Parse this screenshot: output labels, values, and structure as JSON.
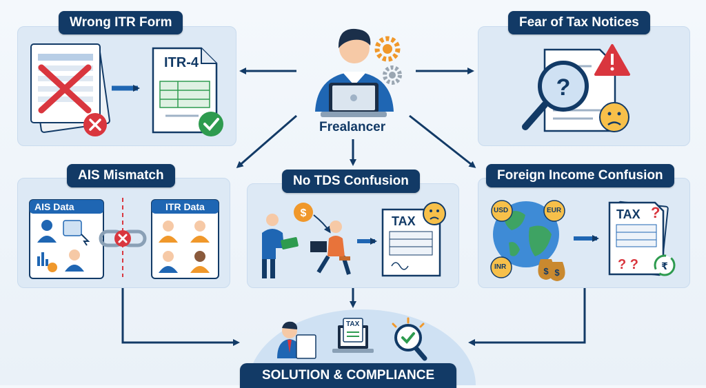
{
  "center": {
    "label": "Frealancer"
  },
  "problems": {
    "wrong_itr": {
      "title": "Wrong ITR Form",
      "form_label": "ITR-4"
    },
    "fear_notices": {
      "title": "Fear of Tax Notices"
    },
    "ais_mismatch": {
      "title": "AIS Mismatch",
      "ais_data": "AIS Data",
      "itr_data": "ITR Data"
    },
    "no_tds": {
      "title": "No TDS Confusion",
      "doc_label": "TAX"
    },
    "foreign_income": {
      "title": "Foreign Income Confusion",
      "doc_label": "TAX",
      "currencies": [
        "USD",
        "EUR",
        "INR"
      ]
    }
  },
  "solution": {
    "title": "SOLUTION & COMPLIANCE",
    "doc_label": "TAX"
  },
  "colors": {
    "navy": "#123a66",
    "panel": "#dde9f5",
    "red": "#d9363e",
    "green": "#2e9b4f",
    "orange": "#f0982b"
  }
}
